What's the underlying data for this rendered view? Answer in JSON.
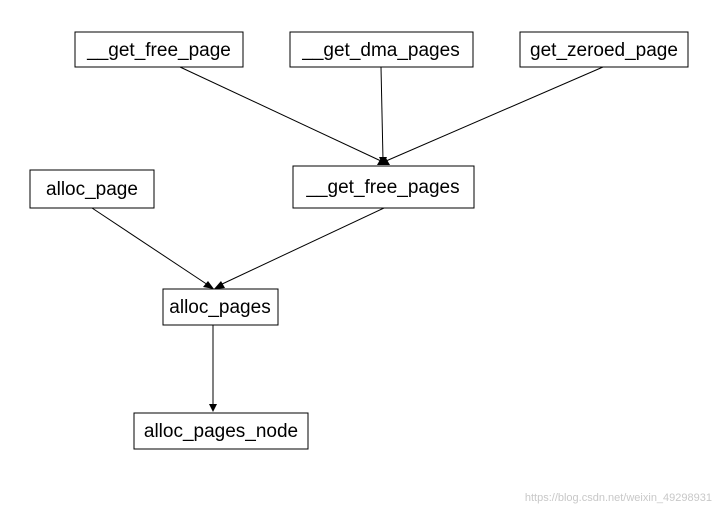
{
  "nodes": {
    "get_free_page": "__get_free_page",
    "get_dma_pages": "__get_dma_pages",
    "get_zeroed_page": "get_zeroed_page",
    "alloc_page": "alloc_page",
    "get_free_pages": "__get_free_pages",
    "alloc_pages": "alloc_pages",
    "alloc_pages_node": "alloc_pages_node"
  },
  "edges": [
    {
      "from": "get_free_page",
      "to": "get_free_pages"
    },
    {
      "from": "get_dma_pages",
      "to": "get_free_pages"
    },
    {
      "from": "get_zeroed_page",
      "to": "get_free_pages"
    },
    {
      "from": "alloc_page",
      "to": "alloc_pages"
    },
    {
      "from": "get_free_pages",
      "to": "alloc_pages"
    },
    {
      "from": "alloc_pages",
      "to": "alloc_pages_node"
    }
  ],
  "watermark": "https://blog.csdn.net/weixin_49298931"
}
